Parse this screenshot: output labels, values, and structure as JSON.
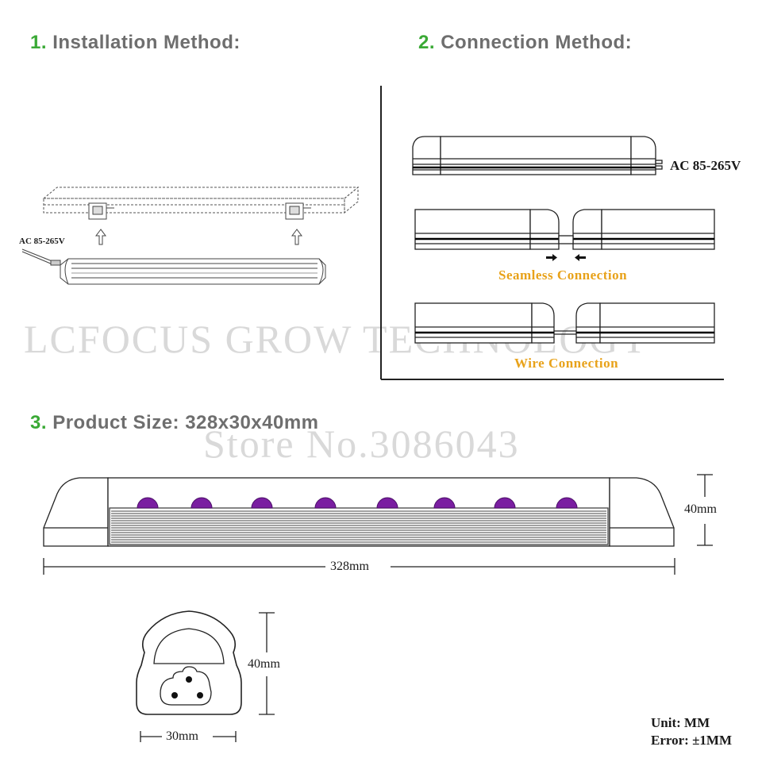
{
  "sections": {
    "installation": {
      "num": "1.",
      "title": "Installation Method:"
    },
    "connection": {
      "num": "2.",
      "title": "Connection Method:"
    },
    "size": {
      "num": "3.",
      "title": "Product Size: 328x30x40mm"
    }
  },
  "watermarks": {
    "brand": "LCFOCUS GROW TECHNOLOGY",
    "store": "Store No.3086043"
  },
  "installation": {
    "voltage": "AC 85-265V"
  },
  "connection": {
    "voltage": "AC 85-265V",
    "seamless_label": "Seamless Connection",
    "wire_label": "Wire Connection"
  },
  "dimensions": {
    "length": "328mm",
    "height_front": "40mm",
    "height_profile": "40mm",
    "width_profile": "30mm"
  },
  "notes": {
    "unit": "Unit: MM",
    "error": "Error: ±1MM"
  },
  "colors": {
    "heading_number": "#3aa935",
    "heading_text": "#6e6e6e",
    "connection_label": "#e8a21a",
    "led": "#7a1ea1"
  }
}
